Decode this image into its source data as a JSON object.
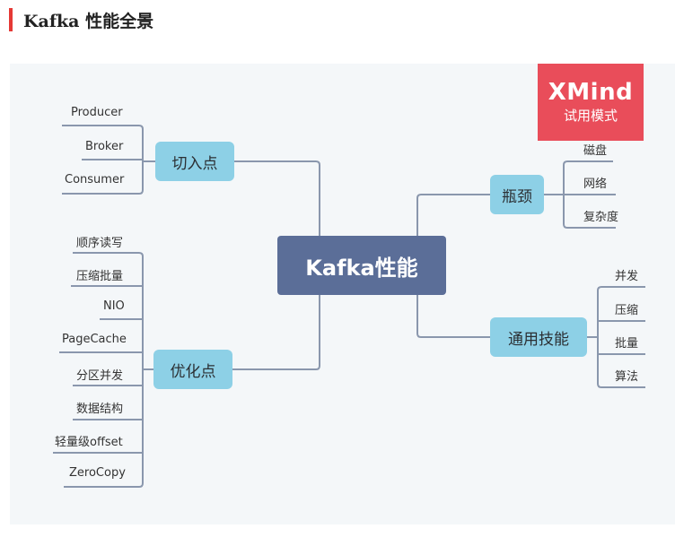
{
  "heading": {
    "title": "Kafka 性能全景"
  },
  "watermark": {
    "brand": "XMind",
    "subtitle": "试用模式"
  },
  "mindmap": {
    "central": "Kafka性能",
    "branches": {
      "entry": {
        "label": "切入点",
        "children": [
          "Producer",
          "Broker",
          "Consumer"
        ]
      },
      "optimize": {
        "label": "优化点",
        "children": [
          "顺序读写",
          "压缩批量",
          "NIO",
          "PageCache",
          "分区并发",
          "数据结构",
          "轻量级offset",
          "ZeroCopy"
        ]
      },
      "bottleneck": {
        "label": "瓶颈",
        "children": [
          "磁盘",
          "网络",
          "复杂度"
        ]
      },
      "techniques": {
        "label": "通用技能",
        "children": [
          "并发",
          "压缩",
          "批量",
          "算法"
        ]
      }
    }
  },
  "colors": {
    "central_fill": "#5b6e98",
    "main_fill": "#8dd0e6",
    "line": "#8a97ad",
    "accent_bar": "#e53935",
    "watermark": "#e94d5a"
  }
}
